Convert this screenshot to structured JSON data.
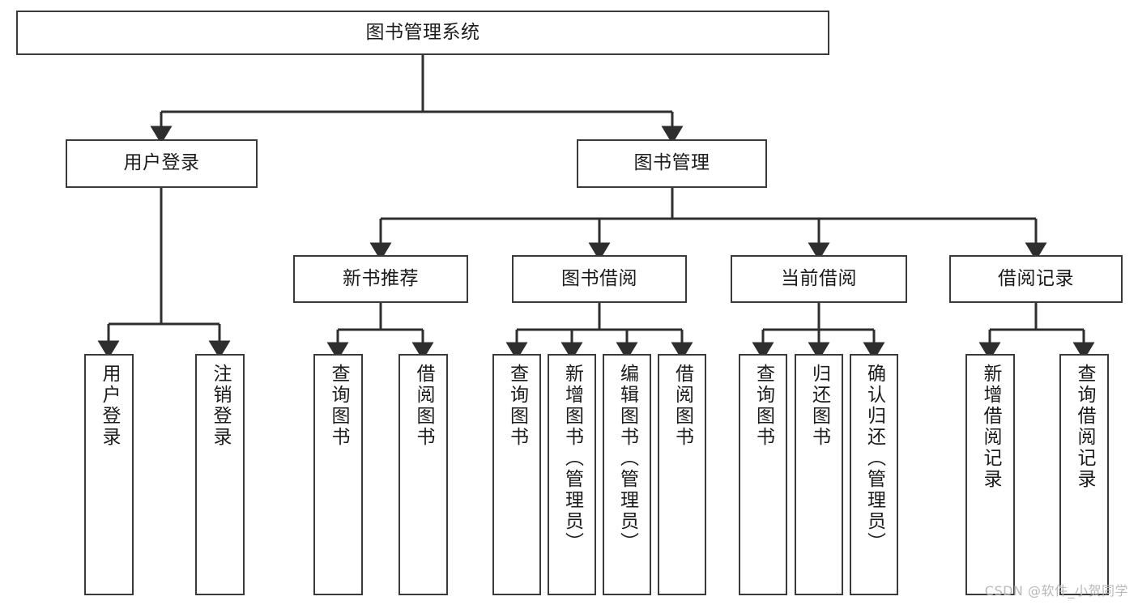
{
  "diagram": {
    "title": "图书管理系统",
    "type": "tree-hierarchy-diagram",
    "colors": {
      "box_border": "#3a3a3a",
      "box_fill": "#ffffff",
      "connector": "#2e2e2e",
      "text": "#1b1b1b",
      "watermark": "#b9b9b9",
      "background": "#ffffff"
    },
    "root": {
      "label": "图书管理系统"
    },
    "level2": [
      {
        "label": "用户登录"
      },
      {
        "label": "图书管理"
      }
    ],
    "level3": [
      {
        "label": "新书推荐"
      },
      {
        "label": "图书借阅"
      },
      {
        "label": "当前借阅"
      },
      {
        "label": "借阅记录"
      }
    ],
    "leaves": {
      "user_login": [
        {
          "label": "用户登录"
        },
        {
          "label": "注销登录"
        }
      ],
      "new_book_recommend": [
        {
          "label": "查询图书"
        },
        {
          "label": "借阅图书"
        }
      ],
      "book_borrow": [
        {
          "label": "查询图书"
        },
        {
          "label": "新增图书（管理员）"
        },
        {
          "label": "编辑图书（管理员）"
        },
        {
          "label": "借阅图书"
        }
      ],
      "current_borrow": [
        {
          "label": "查询图书"
        },
        {
          "label": "归还图书"
        },
        {
          "label": "确认归还（管理员）"
        }
      ],
      "borrow_record": [
        {
          "label": "新增借阅记录"
        },
        {
          "label": "查询借阅记录"
        }
      ]
    }
  },
  "watermark": {
    "text": "CSDN @软件_小贺同学"
  }
}
